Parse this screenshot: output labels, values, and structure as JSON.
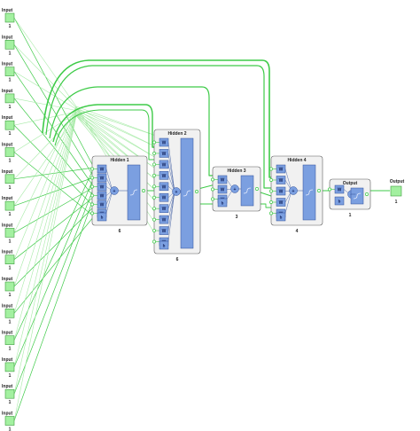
{
  "input_nodes": {
    "label": "Input",
    "size": "1",
    "count": 16
  },
  "layers": [
    {
      "id": "hidden1",
      "title": "Hidden 1",
      "size": "6"
    },
    {
      "id": "hidden2",
      "title": "Hidden 2",
      "size": "6"
    },
    {
      "id": "hidden3",
      "title": "Hidden 3",
      "size": "3"
    },
    {
      "id": "hidden4",
      "title": "Hidden 4",
      "size": "4"
    },
    {
      "id": "output",
      "title": "Output",
      "size": "1"
    }
  ],
  "output_node": {
    "label": "Output",
    "size": "1"
  },
  "blocks": {
    "weight": "W",
    "bias": "b",
    "sum": "+"
  },
  "colors": {
    "wire": "#3ecb48",
    "wire_light": "#a6eaa6",
    "input_fill": "#a3f0a0",
    "input_stroke": "#3f9d3f",
    "layer_fill": "#f1f1f1",
    "layer_stroke": "#5a5a5a",
    "block_fill": "#7b9fe0",
    "block_stroke": "#2e4f9a"
  }
}
